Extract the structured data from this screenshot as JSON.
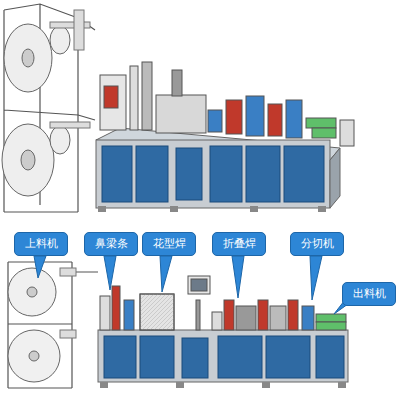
{
  "diagram": {
    "nodes": [
      {
        "text": [
          "上料机"
        ]
      },
      {
        "text": [
          "鼻梁条"
        ]
      },
      {
        "text": [
          "花型焊"
        ]
      },
      {
        "text": [
          "折叠焊"
        ]
      },
      {
        "text": [
          "分切机"
        ]
      },
      {
        "text": [
          "出料机"
        ]
      }
    ]
  }
}
